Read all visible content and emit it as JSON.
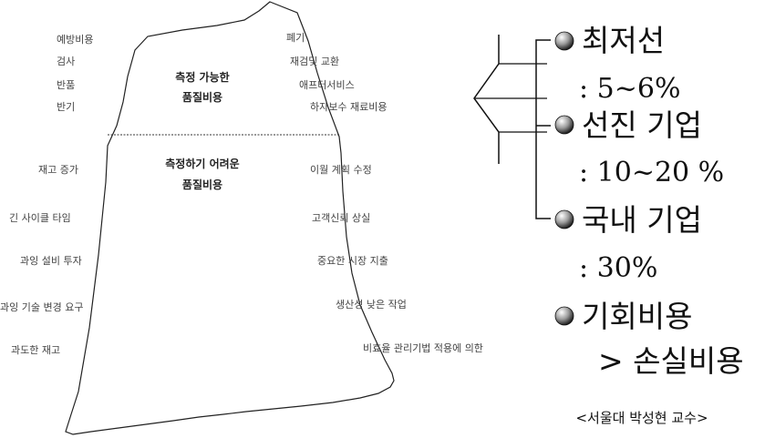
{
  "iceberg": {
    "top_center_lines": [
      "측정 가능한",
      "품질비용"
    ],
    "bottom_center_lines": [
      "측정하기 어려운",
      "품질비용"
    ],
    "top_left_labels": [
      "예방비용",
      "검사",
      "반품",
      "반기"
    ],
    "top_right_labels": [
      "폐기",
      "재검및 교환",
      "애프터서비스",
      "하자보수 재료비용"
    ],
    "bottom_left_labels": [
      "재고 증가",
      "긴 사이클 타임",
      "과잉 설비 투자",
      "과잉 기술 변경 요구",
      "과도한 재고"
    ],
    "bottom_right_labels": [
      "이월 계획 수정",
      "고객신뢰 상실",
      "중요한 시장 지출",
      "생산성 낮은 작업",
      "비효율 관리기법 적용에 의한"
    ]
  },
  "bullets": [
    {
      "label": "최저선",
      "value": ": 5~6%"
    },
    {
      "label": "선진 기업",
      "value": ": 10~20 %"
    },
    {
      "label": "국내 기업",
      "value": ": 30%"
    }
  ],
  "opportunity": {
    "label": "기회비용",
    "comparison": "> 손실비용"
  },
  "credit": "<서울대 박성현 교수>"
}
